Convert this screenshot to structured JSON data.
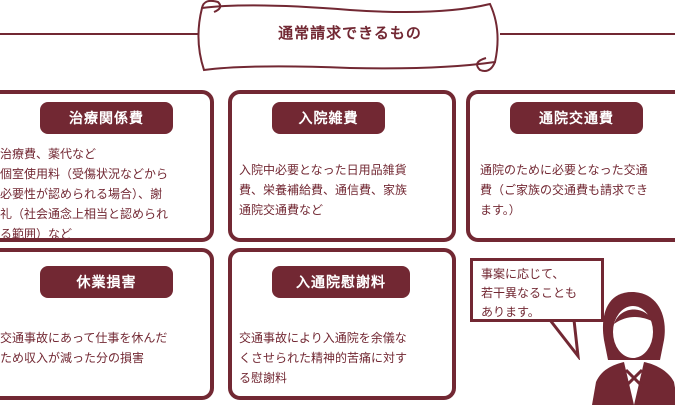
{
  "banner": {
    "title": "通常請求できるもの"
  },
  "cards": [
    {
      "title": "治療関係費",
      "lines": [
        "治療費、薬代など",
        "個室使用料（受傷状況などから",
        "必要性が認められる場合）、謝",
        "礼（社会通念上相当と認められ",
        "る範囲）など"
      ]
    },
    {
      "title": "入院雑費",
      "lines": [
        "入院中必要となった日用品雑貨",
        "費、栄養補給費、通信費、家族",
        "通院交通費など"
      ]
    },
    {
      "title": "通院交通費",
      "lines": [
        "通院のために必要となった交通",
        "費（ご家族の交通費も請求でき",
        "ます。）"
      ]
    },
    {
      "title": "休業損害",
      "lines": [
        "交通事故にあって仕事を休んだ",
        "ため収入が減った分の損害"
      ]
    },
    {
      "title": "入通院慰謝料",
      "lines": [
        "交通事故により入通院を余儀な",
        "くさせられた精神的苦痛に対す",
        "る慰謝料"
      ]
    }
  ],
  "bubble": {
    "lines": [
      "事案に応じて、",
      "若干異なることも",
      "あります。"
    ]
  },
  "colors": {
    "accent": "#722833"
  }
}
